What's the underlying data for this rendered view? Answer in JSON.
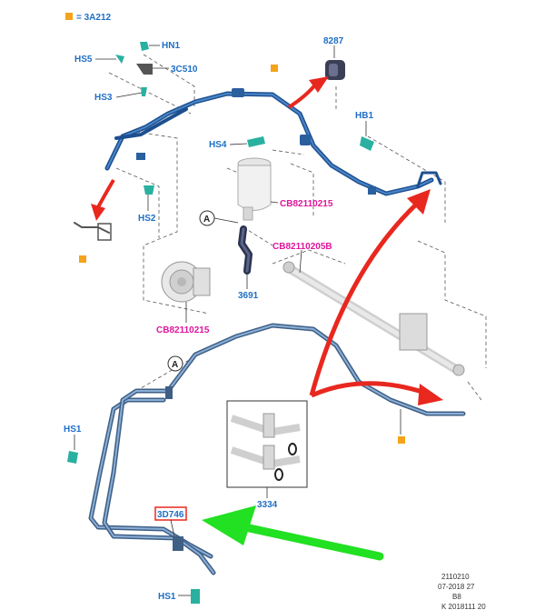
{
  "legend": {
    "text": "= 3A212",
    "marker_color": "#f5a31a"
  },
  "labels": {
    "hn1": "HN1",
    "hs5": "HS5",
    "c3c510": "3C510",
    "hs3": "HS3",
    "p8287": "8287",
    "hb1": "HB1",
    "hs4": "HS4",
    "hs2": "HS2",
    "cb_reservoir": "CB82110215",
    "callout_a_top": "A",
    "cb_rack": "CB82110205B",
    "p3691": "3691",
    "cb_pump": "CB82110215",
    "callout_a_bottom": "A",
    "hs1_left": "HS1",
    "p3334": "3334",
    "p3d746": "3D746",
    "hs1_bottom": "HS1"
  },
  "footer": {
    "line1": "2110210",
    "line2": "07-2018 27",
    "line3": "B8",
    "line4": "K 2018111 20"
  },
  "colors": {
    "part_label": "#1f6fc6",
    "ref_label": "#e0169c",
    "hose": "#1d4f8f",
    "hose_light": "#4a86c8",
    "arrow_red": "#e8281f",
    "arrow_green": "#22e022",
    "highlight_box": "#e8281f",
    "marker_orange": "#f5a31a"
  }
}
